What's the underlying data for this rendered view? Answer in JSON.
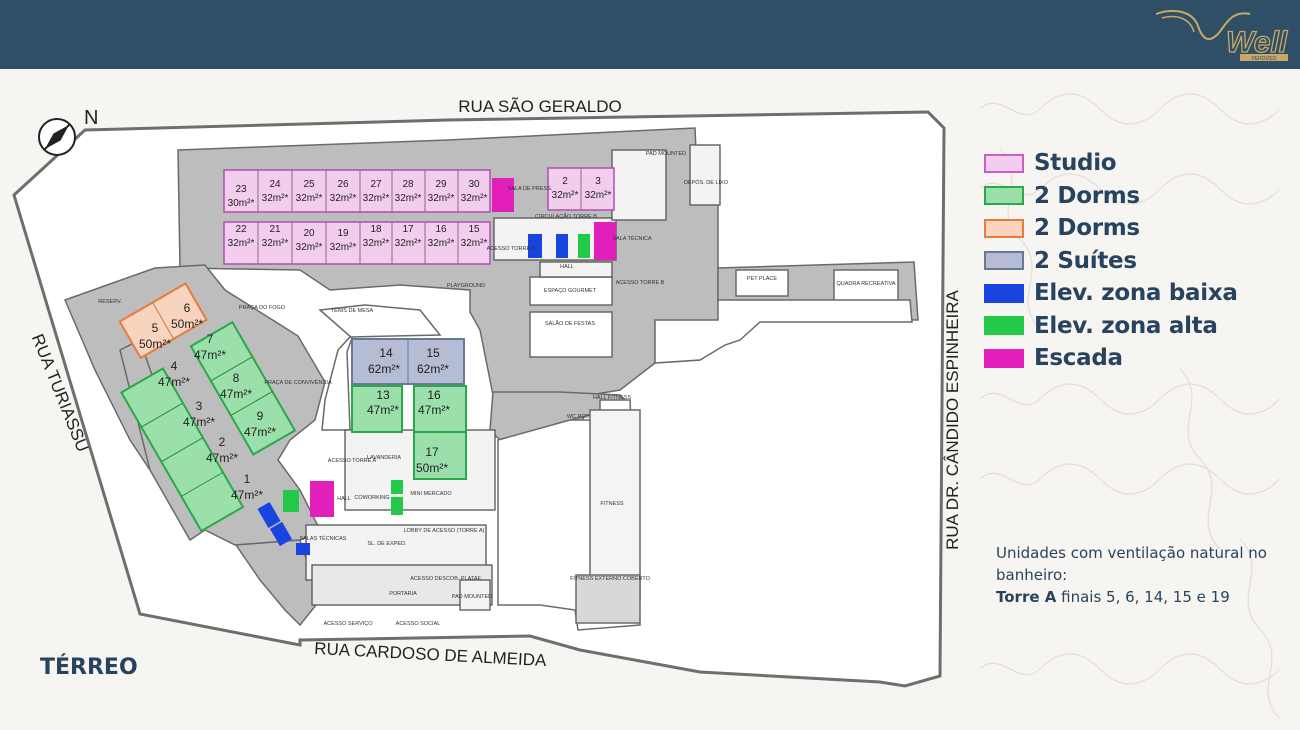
{
  "header": {
    "logo_text": "Well",
    "logo_subtext": "PERDIZES",
    "bar_color": "#2e4f66"
  },
  "streets": {
    "north": "RUA SÃO GERALDO",
    "south": "RUA CARDOSO DE ALMEIDA",
    "west": "RUA TURIASSU",
    "east": "RUA DR. CÂNDIDO ESPINHEIRA"
  },
  "compass_label": "N",
  "legend": [
    {
      "label": "Studio",
      "fill": "#f2cdee",
      "stroke": "#c85fc2"
    },
    {
      "label": "2 Dorms",
      "fill": "#9bdfab",
      "stroke": "#2aa84a"
    },
    {
      "label": "2 Dorms",
      "fill": "#f8d4be",
      "stroke": "#e67c3c"
    },
    {
      "label": "2 Suítes",
      "fill": "#b5bdd4",
      "stroke": "#6a7798"
    },
    {
      "label": "Elev. zona baixa",
      "fill": "#1a44e0",
      "stroke": "#1a44e0"
    },
    {
      "label": "Elev. zona alta",
      "fill": "#24c94a",
      "stroke": "#24c94a"
    },
    {
      "label": "Escada",
      "fill": "#e21fbb",
      "stroke": "#e21fbb"
    }
  ],
  "units": {
    "studio_top": [
      {
        "num": "23",
        "area": "30m²*"
      },
      {
        "num": "24",
        "area": "32m²*"
      },
      {
        "num": "25",
        "area": "32m²*"
      },
      {
        "num": "26",
        "area": "32m²*"
      },
      {
        "num": "27",
        "area": "32m²*"
      },
      {
        "num": "28",
        "area": "32m²*"
      },
      {
        "num": "29",
        "area": "32m²*"
      },
      {
        "num": "30",
        "area": "32m²*"
      }
    ],
    "studio_top_right": [
      {
        "num": "2",
        "area": "32m²*"
      },
      {
        "num": "3",
        "area": "32m²*"
      }
    ],
    "studio_bottom": [
      {
        "num": "22",
        "area": "32m²*"
      },
      {
        "num": "21",
        "area": "32m²*"
      },
      {
        "num": "20",
        "area": "32m²*"
      },
      {
        "num": "19",
        "area": "32m²*"
      },
      {
        "num": "18",
        "area": "32m²*"
      },
      {
        "num": "17",
        "area": "32m²*"
      },
      {
        "num": "16",
        "area": "32m²*"
      },
      {
        "num": "15",
        "area": "32m²*"
      }
    ],
    "orange": [
      {
        "num": "5",
        "area": "50m²*"
      },
      {
        "num": "6",
        "area": "50m²*"
      }
    ],
    "green_left": [
      {
        "num": "4",
        "area": "47m²*"
      },
      {
        "num": "3",
        "area": "47m²*"
      },
      {
        "num": "2",
        "area": "47m²*"
      },
      {
        "num": "1",
        "area": "47m²*"
      }
    ],
    "green_right": [
      {
        "num": "7",
        "area": "47m²*"
      },
      {
        "num": "8",
        "area": "47m²*"
      },
      {
        "num": "9",
        "area": "47m²*"
      }
    ],
    "suites": [
      {
        "num": "14",
        "area": "62m²*"
      },
      {
        "num": "15",
        "area": "62m²*"
      }
    ],
    "green_mid": [
      {
        "num": "13",
        "area": "47m²*"
      },
      {
        "num": "16",
        "area": "47m²*"
      },
      {
        "num": "17",
        "area": "50m²*"
      }
    ]
  },
  "rooms": {
    "praca_fogo": "PRAÇA DO FOGO",
    "praca_convivencia": "PRAÇA DE CONVIVÊNCIA",
    "tenis_mesa": "TÊNIS DE MESA",
    "playground": "PLAYGROUND",
    "sala_press": "SALA DE PRESS.",
    "circulacao": "CIRCULAÇÃO TORRE B",
    "hall_b": "HALL",
    "acesso_torre_b": "ACESSO TORRE B",
    "acesso_torre_b2": "ACESSO TORRE B",
    "espaco_gourmet": "ESPAÇO GOURMET",
    "salao_festas": "SALÃO DE FESTAS",
    "pet_place": "PET PLACE",
    "quadra": "QUADRA RECREATIVA",
    "depos_lixo": "DEPÓS. DE LIXO",
    "pad_mounted_top": "PAD MOUNTED",
    "sala_tecnica": "SALA TÉCNICA",
    "hall_fitness": "HALL FITNESS",
    "fitness": "FITNESS",
    "fitness_externo": "FITNESS EXTERNO COBERTO",
    "wc_pcd": "WC PCD",
    "lavanderia": "LAVANDERIA",
    "acesso_torre_a": "ACESSO TORRE A",
    "coworking": "COWORKING",
    "mini_mercado": "MINI MERCADO",
    "lobby": "LOBBY DE ACESSO (TORRE A)",
    "hall_a": "HALL",
    "salas_tecnicas": "SALAS TÉCNICAS",
    "sl_exped": "SL. DE EXPED.",
    "portaria": "PORTARIA",
    "acesso_servico": "ACESSO SERVIÇO",
    "acesso_social": "ACESSO SOCIAL",
    "pad_mounted_bottom": "PAD MOUNTED",
    "acesso_descob": "ACESSO DESCOB. PLATAF.",
    "reserv": "RESERV."
  },
  "floor_label": "TÉRREO",
  "note": {
    "line1": "Unidades com ventilação natural no banheiro:",
    "bold": "Torre A",
    "rest": " finais 5, 6, 14, 15 e 19"
  }
}
